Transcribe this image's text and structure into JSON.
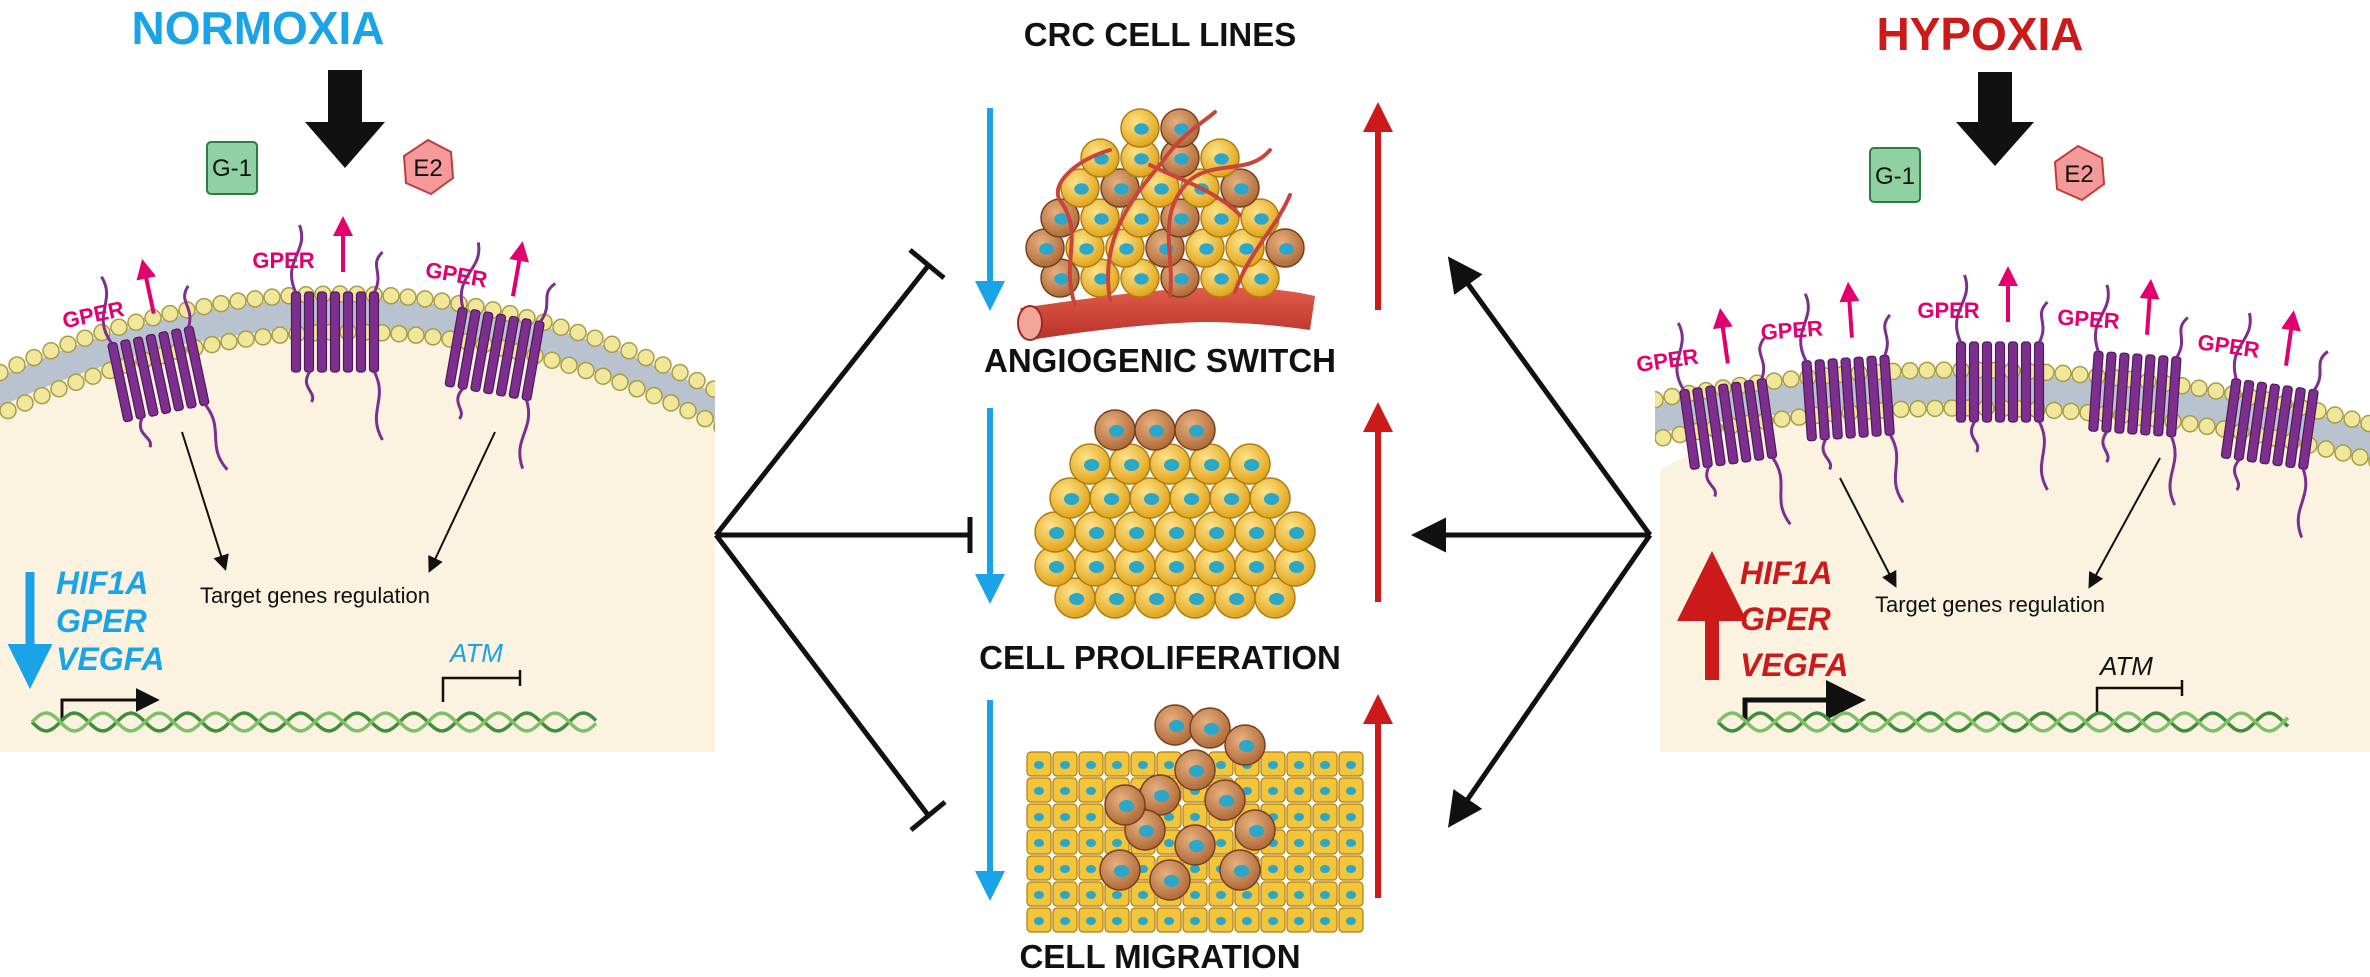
{
  "colors": {
    "normoxia": "#1aa3e6",
    "hypoxia": "#cc1a1a",
    "gper": "#e2006f",
    "receptor": "#7d2f8e",
    "cytoplasm": "#fbf3df",
    "membrane_head": "#f1e79a",
    "cell_fill": "#f2c53a",
    "nucleus": "#2aa7c9",
    "dna": "#3f8f3a"
  },
  "normoxia": {
    "title": "NORMOXIA",
    "ligand_g1": "G-1",
    "ligand_e2": "E2",
    "gper_label": "GPER",
    "target_genes": "Target genes regulation",
    "genes": [
      "HIF1A",
      "GPER",
      "VEGFA"
    ],
    "atm": "ATM"
  },
  "hypoxia": {
    "title": "HYPOXIA",
    "ligand_g1": "G-1",
    "ligand_e2": "E2",
    "gper_label": "GPER",
    "target_genes": "Target genes regulation",
    "genes": [
      "HIF1A",
      "GPER",
      "VEGFA"
    ],
    "atm": "ATM"
  },
  "center": {
    "header": "CRC CELL LINES",
    "panels": [
      {
        "label": "ANGIOGENIC SWITCH"
      },
      {
        "label": "CELL PROLIFERATION"
      },
      {
        "label": "CELL MIGRATION"
      }
    ]
  }
}
